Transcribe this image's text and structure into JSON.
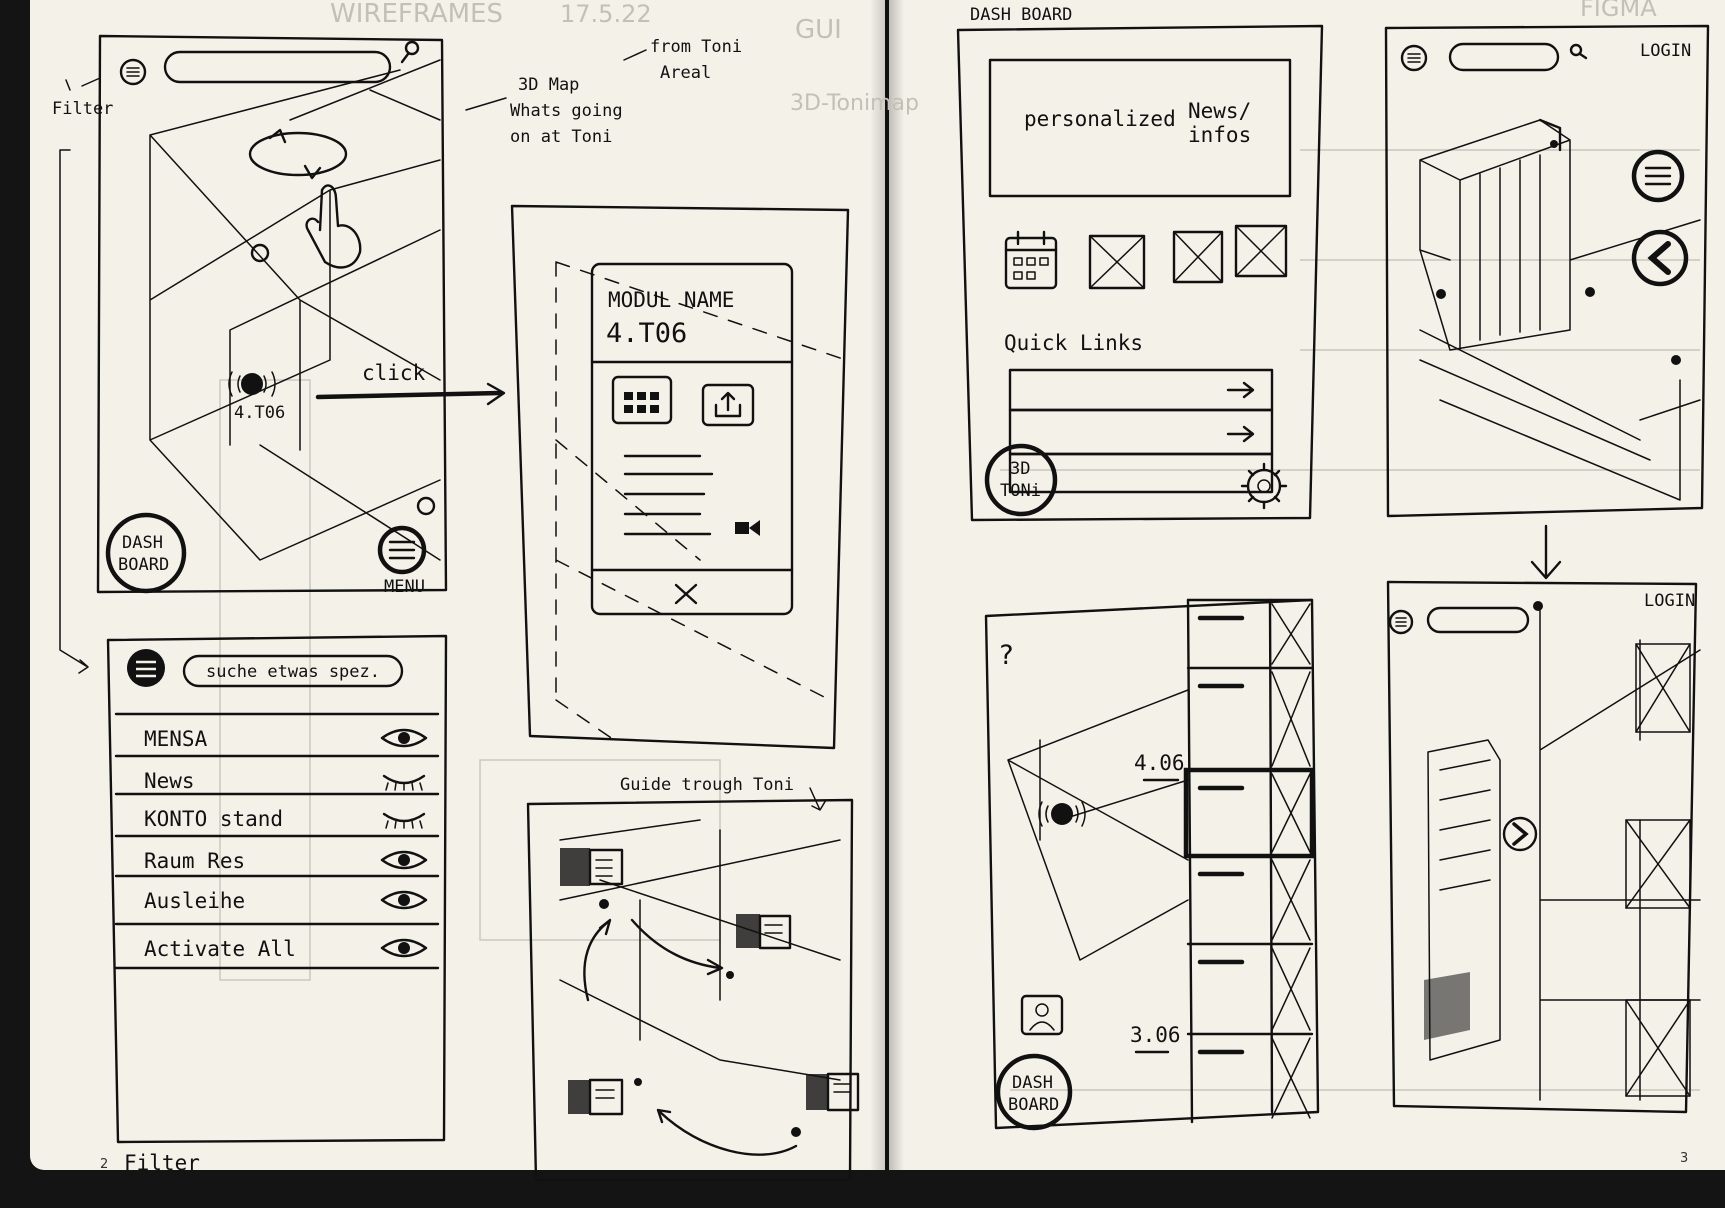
{
  "ghost": {
    "header_left": "WIREFRAMES",
    "header_date": "17.5.22",
    "header_gui": "GUI",
    "header_3d": "3D-Tonimap",
    "header_right": "FIGMA"
  },
  "page_left": {
    "filter_note": "Filter",
    "map_note_1": "3D Map",
    "map_note_2": "Whats going",
    "map_note_3": "on at Toni",
    "from_note_1": "from Toni",
    "from_note_2": "Areal",
    "room_label": "4.T06",
    "click_label": "click",
    "dash_line1": "DASH",
    "dash_line2": "BOARD",
    "menu_label": "MENU",
    "modul_title": "MODUL NAME",
    "modul_room": "4.T06",
    "guide_label": "Guide trough Toni",
    "search_placeholder": "suche etwas spez.",
    "filter_items": [
      {
        "label": "MENSA",
        "state": "eye-open"
      },
      {
        "label": "News",
        "state": "eye-closed"
      },
      {
        "label": "KONTO stand",
        "state": "eye-closed"
      },
      {
        "label": "Raum Res",
        "state": "eye-open"
      },
      {
        "label": "Ausleihe",
        "state": "eye-open"
      },
      {
        "label": "Activate All",
        "state": "eye-open"
      }
    ],
    "page_number": "2",
    "footer_label": "Filter"
  },
  "page_right": {
    "dashboard_title": "DASH BOARD",
    "news_text_1": "personalized",
    "news_text_2": "News/",
    "news_text_3": "infos",
    "quick_links": "Quick Links",
    "toni_line1": "3D",
    "toni_line2": "TONi",
    "login_label_1": "LOGIN",
    "login_label_2": "LOGIN",
    "help_mark": "?",
    "room_a": "4.06",
    "room_b": "3.06",
    "dash_line1": "DASH",
    "dash_line2": "BOARD",
    "page_number": "3"
  }
}
